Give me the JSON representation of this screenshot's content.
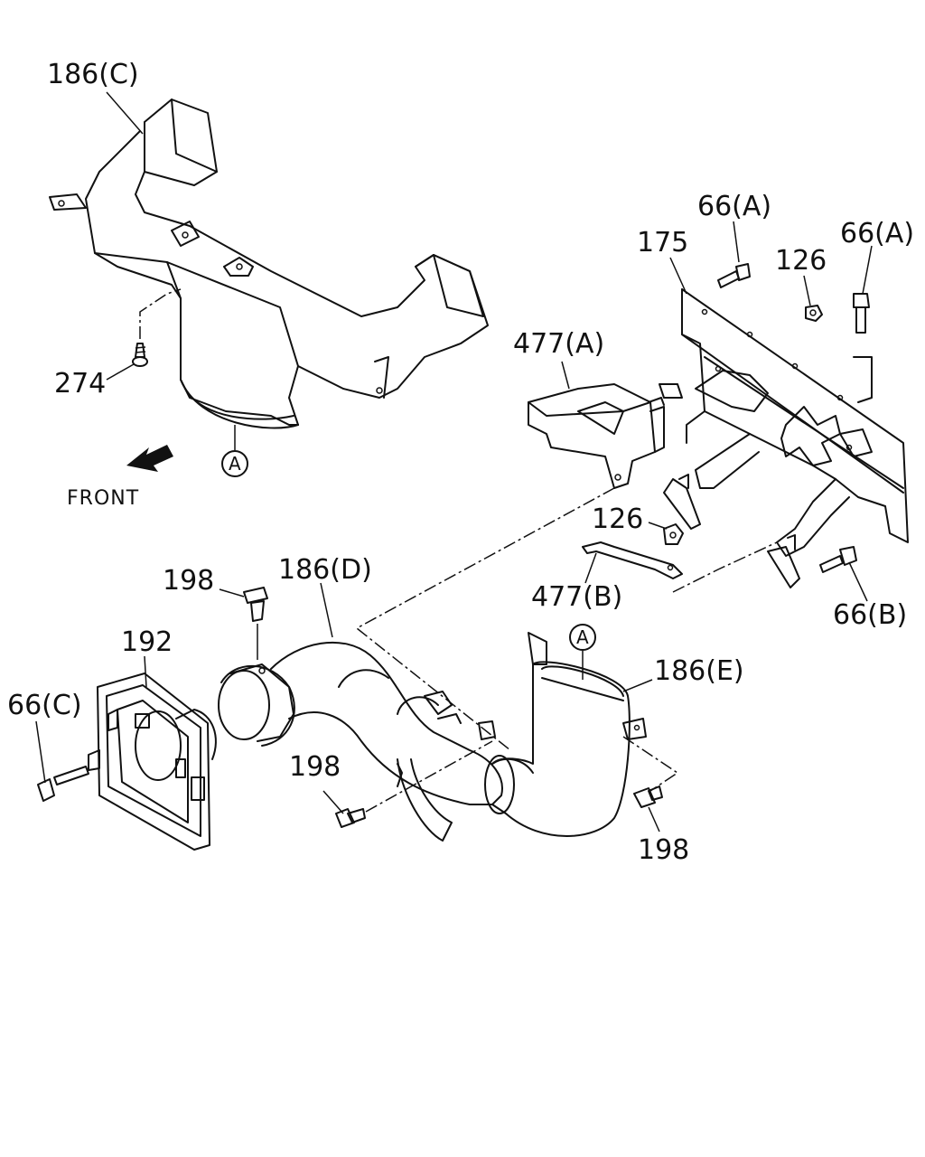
{
  "labels": {
    "l186c": "186(C)",
    "l274": "274",
    "l_front": "FRONT",
    "l_circ_a_top": "A",
    "l175": "175",
    "l66a_1": "66(A)",
    "l66a_2": "66(A)",
    "l126_top": "126",
    "l477a": "477(A)",
    "l126_mid": "126",
    "l477b": "477(B)",
    "l66b": "66(B)",
    "l198_top": "198",
    "l186d": "186(D)",
    "l192": "192",
    "l66c": "66(C)",
    "l_circ_a_bottom": "A",
    "l186e": "186(E)",
    "l198_mid": "198",
    "l198_right": "198"
  },
  "icons": {
    "front_arrow": "front-arrow-icon"
  }
}
